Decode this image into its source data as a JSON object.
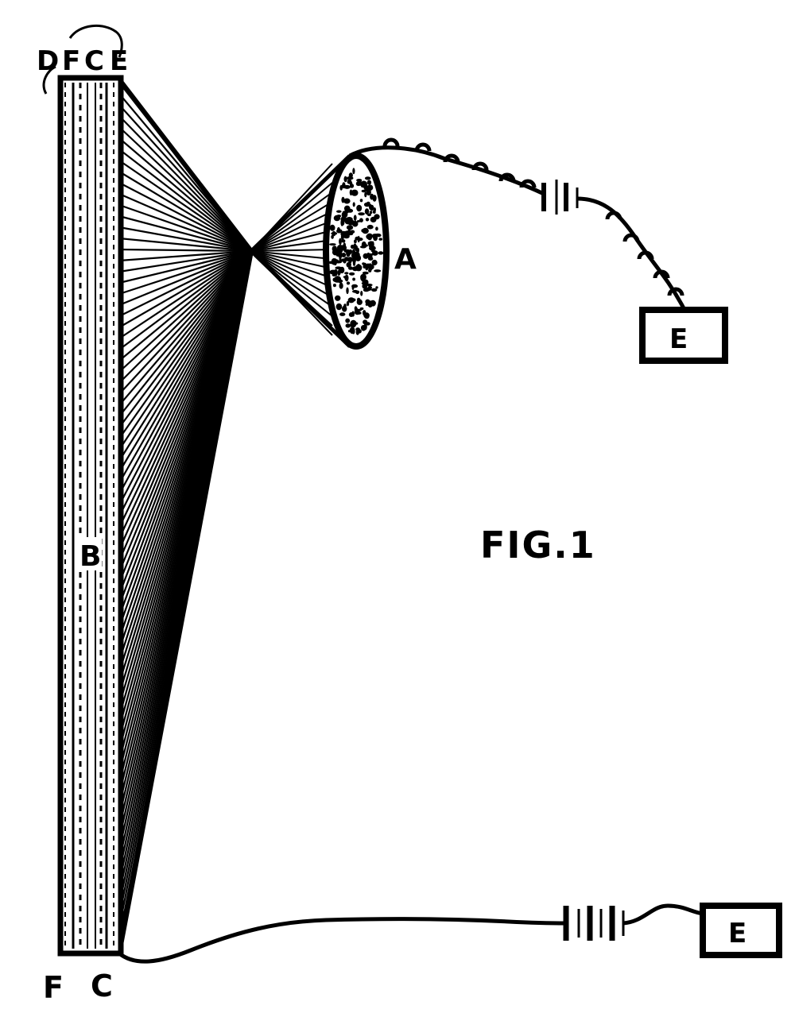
{
  "figure": {
    "caption": "FIG.1",
    "colors": {
      "ink": "#000000",
      "paper": "#ffffff"
    }
  },
  "labels": {
    "top_D": "D",
    "top_F": "F",
    "top_C": "C",
    "top_E": "E",
    "cylinder": "B",
    "sphere": "A",
    "box_upper": "E",
    "box_lower": "E",
    "bottom_F": "F",
    "bottom_C": "C"
  }
}
